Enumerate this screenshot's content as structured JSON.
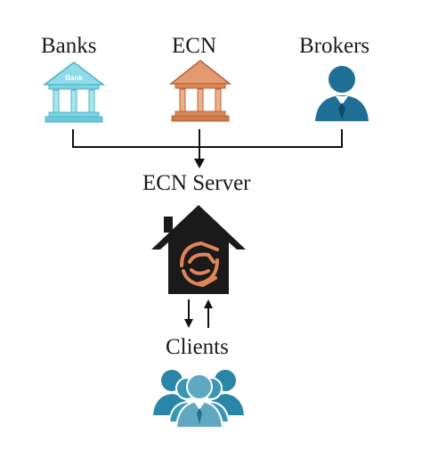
{
  "nodes": {
    "banks": {
      "label": "Banks",
      "icon": "bank-building-icon",
      "icon_text": "Bank"
    },
    "ecn": {
      "label": "ECN",
      "icon": "ecn-building-icon"
    },
    "brokers": {
      "label": "Brokers",
      "icon": "broker-person-icon"
    },
    "server": {
      "label": "ECN Server",
      "icon": "ecn-server-house-icon"
    },
    "clients": {
      "label": "Clients",
      "icon": "clients-group-icon"
    }
  },
  "colors": {
    "bank_blue": "#7dd3e0",
    "ecn_orange": "#d9875a",
    "broker_blue": "#1f6f96",
    "house_black": "#1a1a1a",
    "logo_orange": "#e0855a",
    "client_teal": "#2a86a8",
    "line": "#111111"
  }
}
